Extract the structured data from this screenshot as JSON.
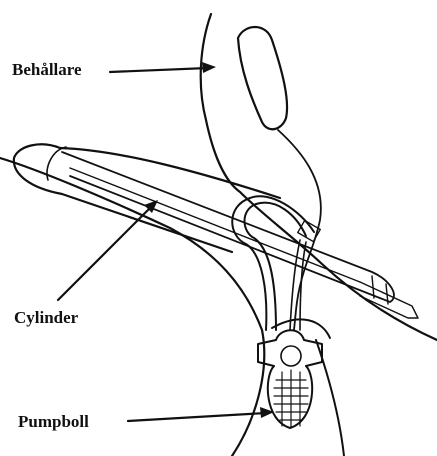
{
  "labels": {
    "reservoir": "Behållare",
    "cylinder": "Cylinder",
    "pump": "Pumpboll"
  },
  "colors": {
    "line": "#111111",
    "background": "#ffffff"
  }
}
